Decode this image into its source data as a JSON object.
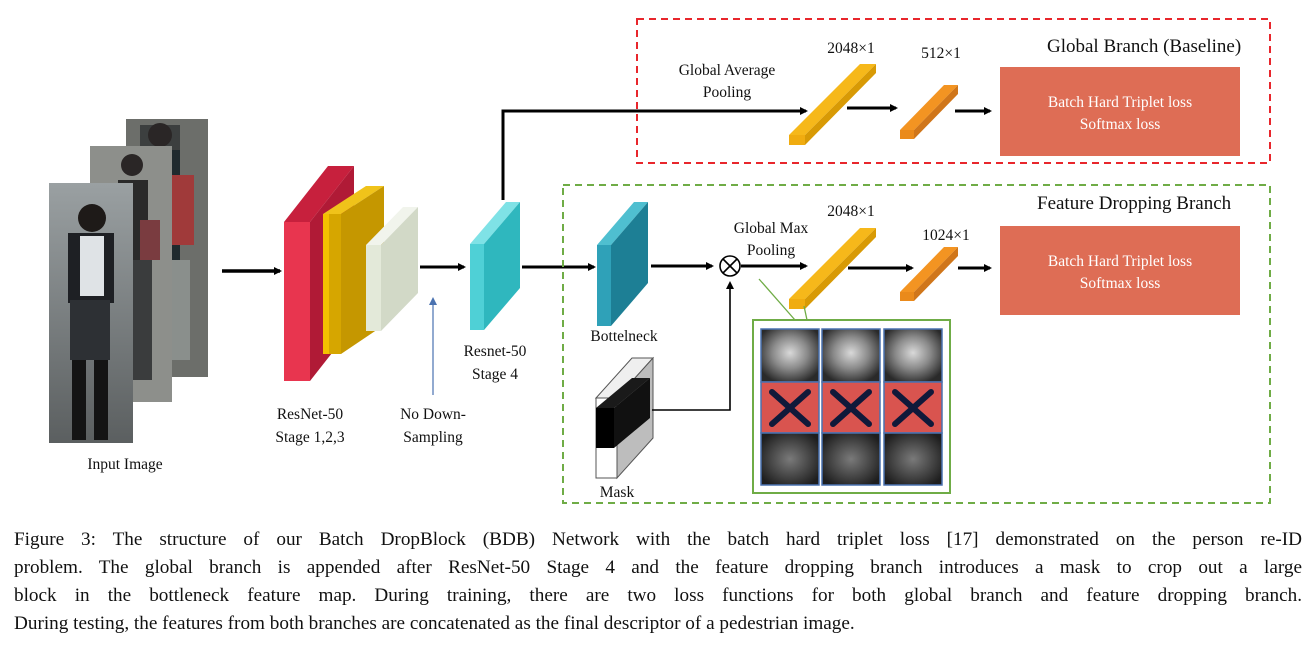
{
  "figure": {
    "input_label": "Input Image",
    "resnet_stage123_label_1": "ResNet-50",
    "resnet_stage123_label_2": "Stage 1,2,3",
    "no_down_label_1": "No Down-",
    "no_down_label_2": "Sampling",
    "resnet_stage4_label_1": "Resnet-50",
    "resnet_stage4_label_2": "Stage 4",
    "bottleneck_label": "Bottelneck",
    "mask_label": "Mask",
    "global_branch": {
      "title": "Global Branch (Baseline)",
      "pooling_label_1": "Global Average",
      "pooling_label_2": "Pooling",
      "dim1": "2048×1",
      "dim2": "512×1",
      "loss_1": "Batch Hard Triplet loss",
      "loss_2": "Softmax loss",
      "border_color": "#e8262c"
    },
    "feature_dropping_branch": {
      "title": "Feature Dropping Branch",
      "pooling_label_1": "Global Max",
      "pooling_label_2": "Pooling",
      "dim1": "2048×1",
      "dim2": "1024×1",
      "loss_1": "Batch Hard Triplet loss",
      "loss_2": "Softmax loss",
      "border_color": "#6fac46"
    },
    "colors": {
      "stage_red": "#e8354f",
      "stage_yellow": "#f4c000",
      "stage_grey": "#e3e9d9",
      "stage4_cyan": "#4fd0d6",
      "bottleneck_teal": "#2fa1b8",
      "feature_yellow": "#f6b81a",
      "feature_orange": "#f39422",
      "loss_box": "#de6d55"
    }
  },
  "caption": {
    "line_1": "Figure 3: The structure of our Batch DropBlock (BDB) Network with the batch hard triplet loss [17] demonstrated on the person re-ID",
    "line_2": "problem. The global branch is appended after ResNet-50 Stage 4 and the feature dropping branch introduces a mask to crop out a large",
    "line_3": "block in the bottleneck feature map. During training, there are two loss functions for both global branch and feature dropping branch.",
    "line_4": "During testing, the features from both branches are concatenated as the final descriptor of a pedestrian image."
  }
}
